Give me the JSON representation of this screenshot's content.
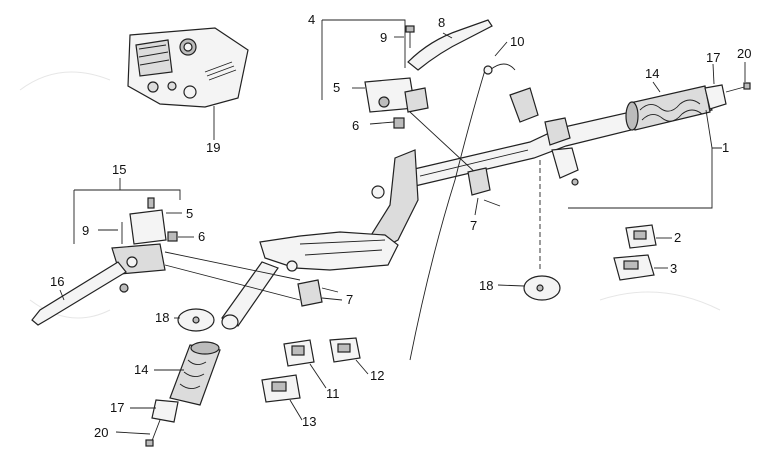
{
  "callouts": {
    "c1": "1",
    "c2": "2",
    "c3": "3",
    "c4": "4",
    "c5a": "5",
    "c5b": "5",
    "c6a": "6",
    "c6b": "6",
    "c7a": "7",
    "c7b": "7",
    "c8": "8",
    "c9a": "9",
    "c9b": "9",
    "c10": "10",
    "c11": "11",
    "c12": "12",
    "c13": "13",
    "c14a": "14",
    "c14b": "14",
    "c15": "15",
    "c16": "16",
    "c17a": "17",
    "c17b": "17",
    "c18a": "18",
    "c18b": "18",
    "c19": "19",
    "c20a": "20",
    "c20b": "20"
  },
  "colors": {
    "line": "#222222",
    "background": "#ffffff"
  }
}
